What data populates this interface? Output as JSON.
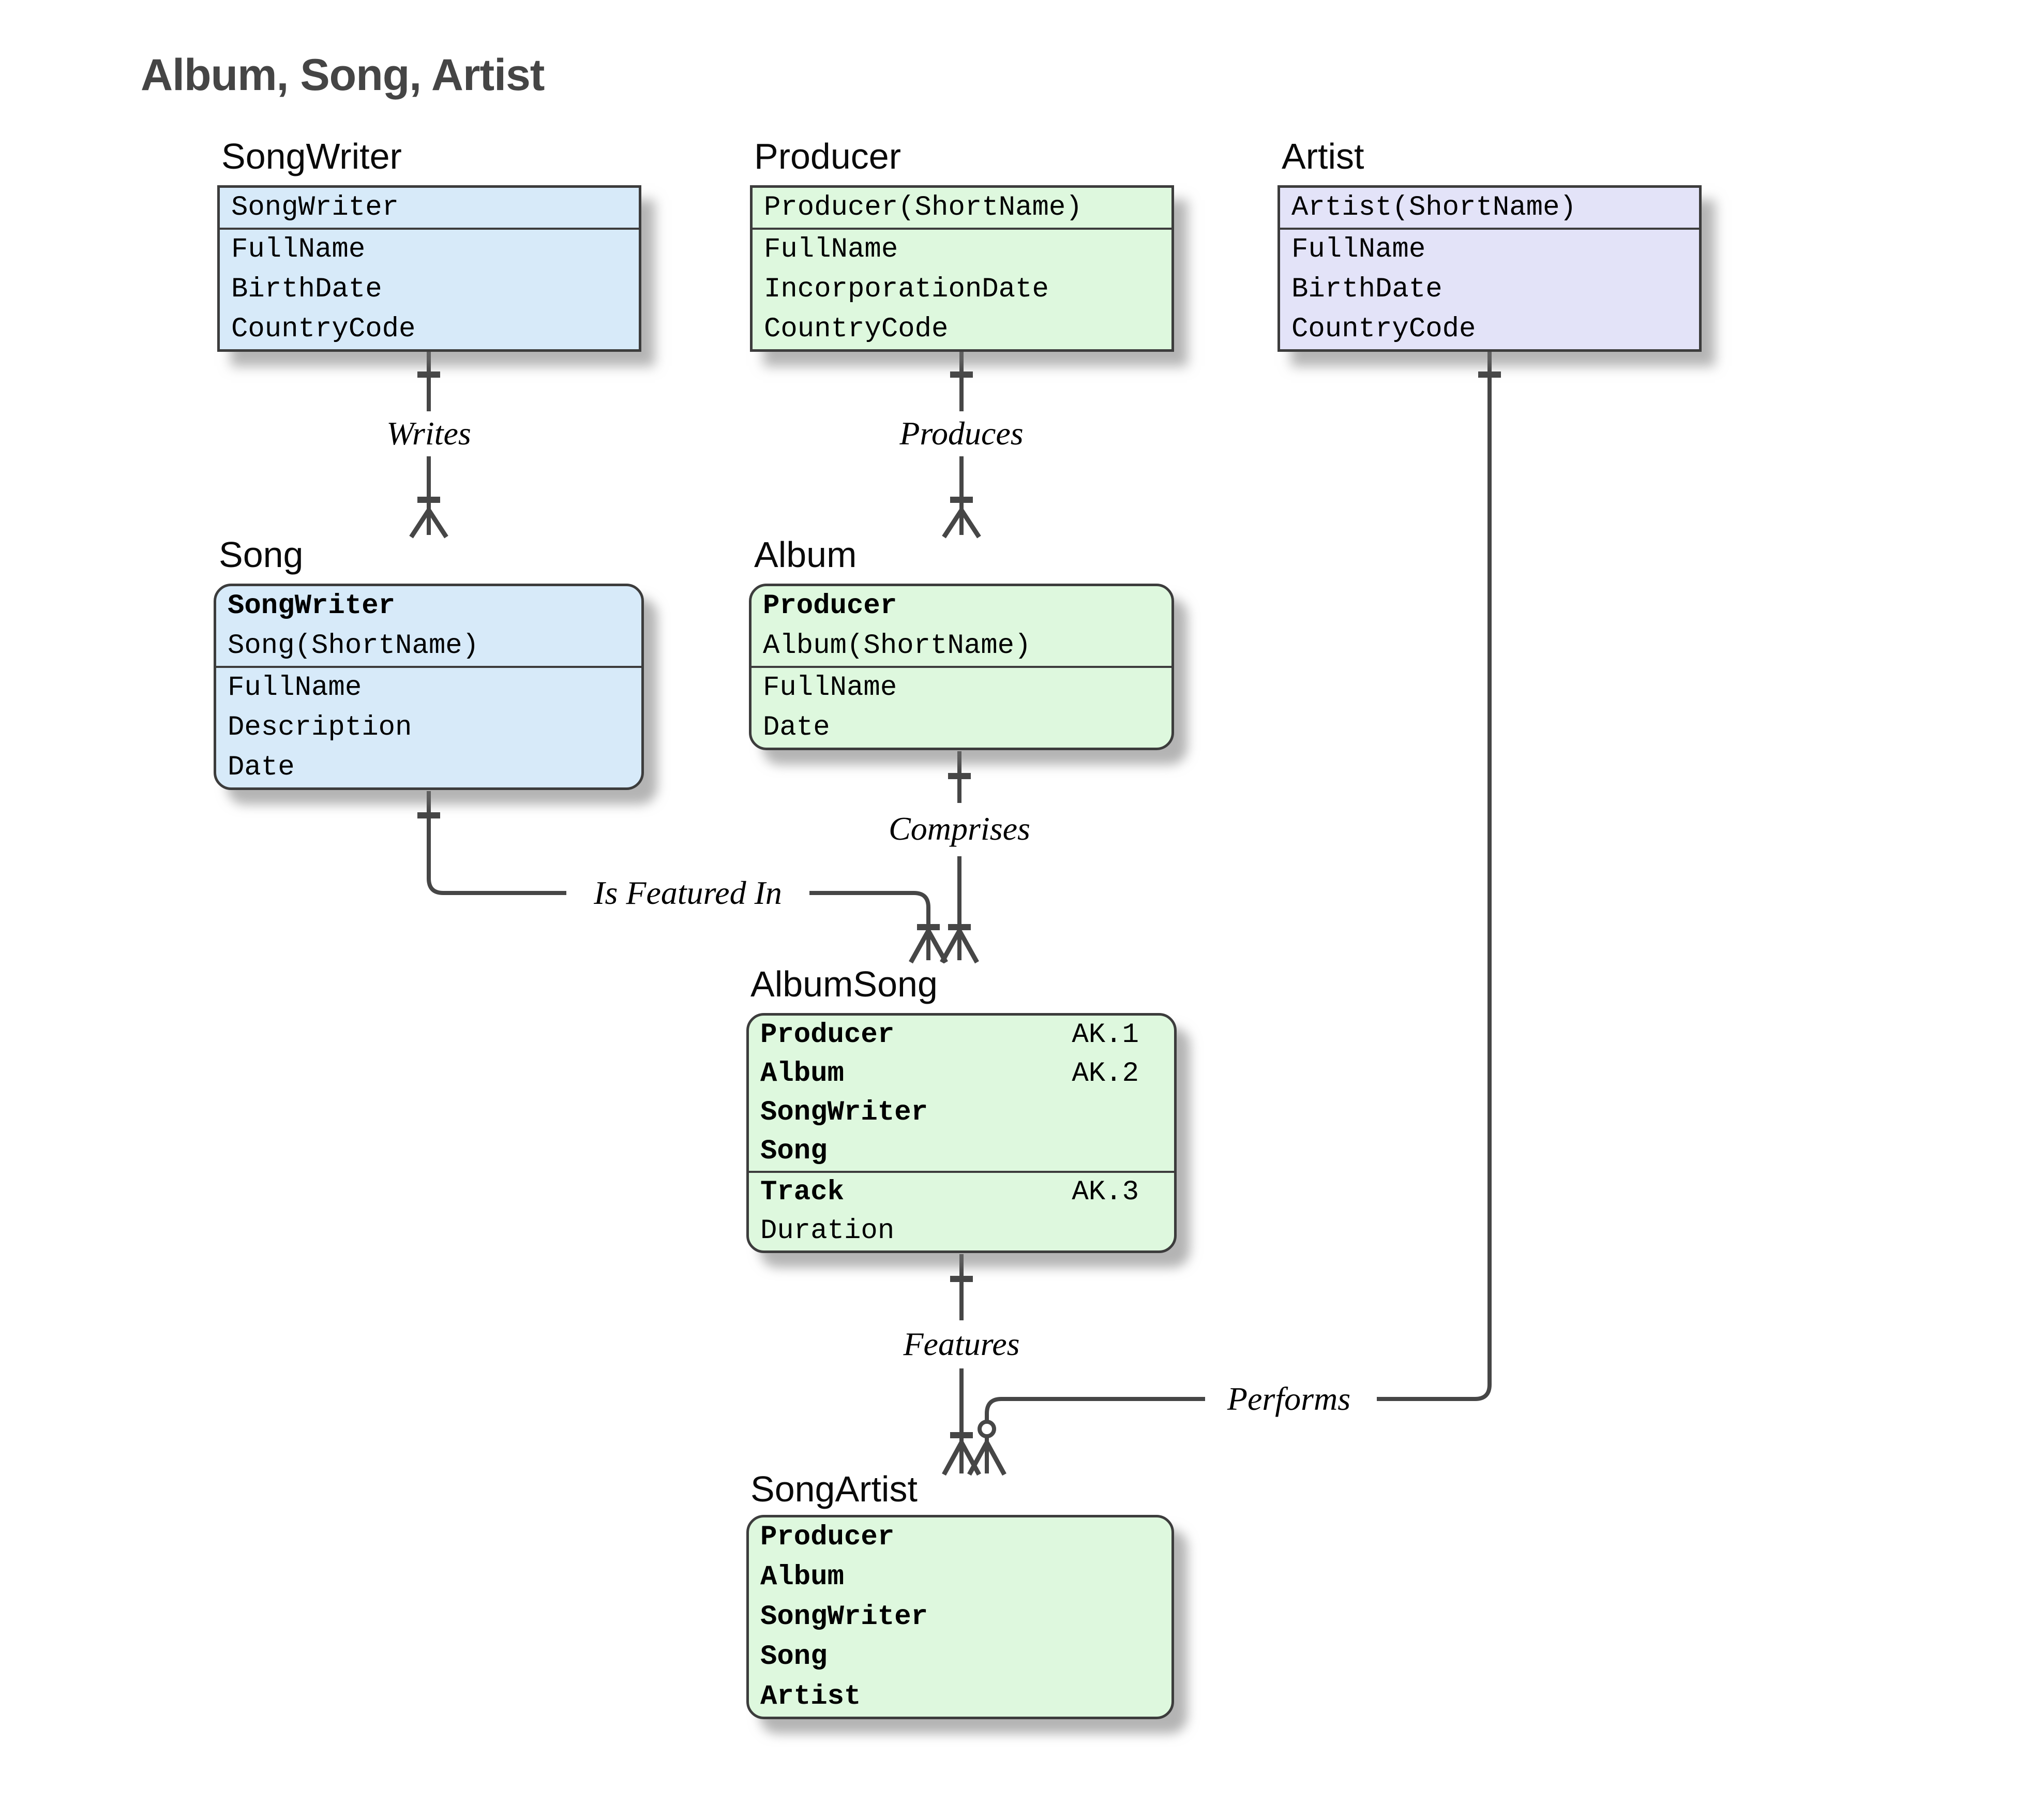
{
  "diagram_title": "Album, Song, Artist",
  "colors": {
    "entity_blue": "#d7eaf9",
    "entity_green": "#def8de",
    "entity_lavender": "#e3e3f8",
    "entity_border": "#3c3c3c",
    "connector_line": "#464646",
    "title_text": "#454545"
  },
  "entities": {
    "songwriter": {
      "title": "SongWriter",
      "header_rows": [
        "SongWriter"
      ],
      "body_rows": [
        "FullName",
        "BirthDate",
        "CountryCode"
      ]
    },
    "producer": {
      "title": "Producer",
      "header_rows": [
        "Producer(ShortName)"
      ],
      "body_rows": [
        "FullName",
        "IncorporationDate",
        "CountryCode"
      ]
    },
    "artist": {
      "title": "Artist",
      "header_rows": [
        "Artist(ShortName)"
      ],
      "body_rows": [
        "FullName",
        "BirthDate",
        "CountryCode"
      ]
    },
    "song": {
      "title": "Song",
      "header_rows": [
        "SongWriter",
        "Song(ShortName)"
      ],
      "body_rows": [
        "FullName",
        "Description",
        "Date"
      ]
    },
    "album": {
      "title": "Album",
      "header_rows": [
        "Producer",
        "Album(ShortName)"
      ],
      "body_rows": [
        "FullName",
        "Date"
      ]
    },
    "albumsong": {
      "title": "AlbumSong",
      "header_rows": [
        {
          "label": "Producer",
          "tag": "AK.1"
        },
        {
          "label": "Album",
          "tag": "AK.2"
        },
        {
          "label": "SongWriter",
          "tag": ""
        },
        {
          "label": "Song",
          "tag": ""
        }
      ],
      "body_rows": [
        {
          "label": "Track",
          "tag": "AK.3"
        },
        {
          "label": "Duration",
          "tag": ""
        }
      ]
    },
    "songartist": {
      "title": "SongArtist",
      "header_rows": [
        "Producer",
        "Album",
        "SongWriter",
        "Song",
        "Artist"
      ]
    }
  },
  "relationships": {
    "writes": "Writes",
    "produces": "Produces",
    "comprises": "Comprises",
    "is_featured_in": "Is Featured In",
    "features": "Features",
    "performs": "Performs"
  }
}
